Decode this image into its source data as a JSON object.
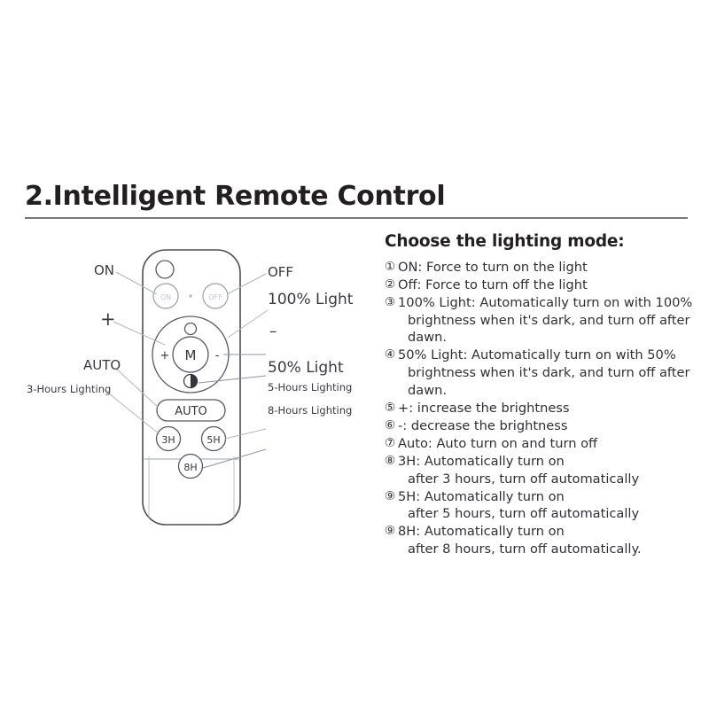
{
  "page": {
    "title": "2.Intelligent Remote Control"
  },
  "diagram": {
    "name": "remote-control-illustration",
    "callouts": [
      {
        "id": "on",
        "label": "ON"
      },
      {
        "id": "off",
        "label": "OFF"
      },
      {
        "id": "plus",
        "label": "+"
      },
      {
        "id": "light100",
        "label": "100% Light"
      },
      {
        "id": "minus",
        "label": "–"
      },
      {
        "id": "light50",
        "label": "50% Light"
      },
      {
        "id": "auto",
        "label": "AUTO"
      },
      {
        "id": "hours3",
        "label": "3-Hours Lighting"
      },
      {
        "id": "hours5",
        "label": "5-Hours Lighting"
      },
      {
        "id": "hours8",
        "label": "8-Hours Lighting"
      }
    ],
    "buttons": {
      "on": "ON",
      "off": "OFF",
      "mode": "M",
      "plus": "+",
      "minus": "-",
      "auto": "AUTO",
      "h3": "3H",
      "h5": "5H",
      "h8": "8H"
    }
  },
  "modes": {
    "heading": "Choose the lighting mode:",
    "items": [
      {
        "marker": "①",
        "line1": "ON: Force to turn on the light",
        "line2": ""
      },
      {
        "marker": "②",
        "line1": "Off: Force to turn off the light",
        "line2": ""
      },
      {
        "marker": "③",
        "line1": "100% Light: Automatically turn on with 100%",
        "line2": "brightness when it's dark, and turn off after dawn."
      },
      {
        "marker": "④",
        "line1": "50% Light: Automatically turn on with 50%",
        "line2": "brightness when it's dark, and turn off after dawn."
      },
      {
        "marker": "⑤",
        "line1": "+: increase the brightness",
        "line2": ""
      },
      {
        "marker": "⑥",
        "line1": "-: decrease the brightness",
        "line2": ""
      },
      {
        "marker": "⑦",
        "line1": "Auto: Auto turn on and turn off",
        "line2": ""
      },
      {
        "marker": "⑧",
        "line1": "3H: Automatically turn on",
        "line2": "after 3 hours, turn off automatically"
      },
      {
        "marker": "⑨",
        "line1": "5H: Automatically turn on",
        "line2": "after 5 hours, turn off automatically"
      },
      {
        "marker": "⑨",
        "line1": "8H: Automatically turn on",
        "line2": "after 8 hours, turn off automatically."
      }
    ]
  },
  "colors": {
    "ink": "#2b2b31",
    "title": "#231f20",
    "rule": "#5c5f6d",
    "outline": "#4a4d58",
    "faint": "#b9bcc6"
  }
}
